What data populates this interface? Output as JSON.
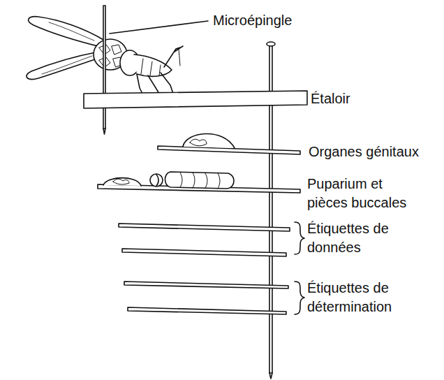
{
  "diagram": {
    "labels": [
      "Microépingle",
      "Étaloir",
      "Organes génitaux",
      "Puparium et pièces buccales",
      "Étiquettes de données",
      "Étiquettes de détermination"
    ]
  }
}
